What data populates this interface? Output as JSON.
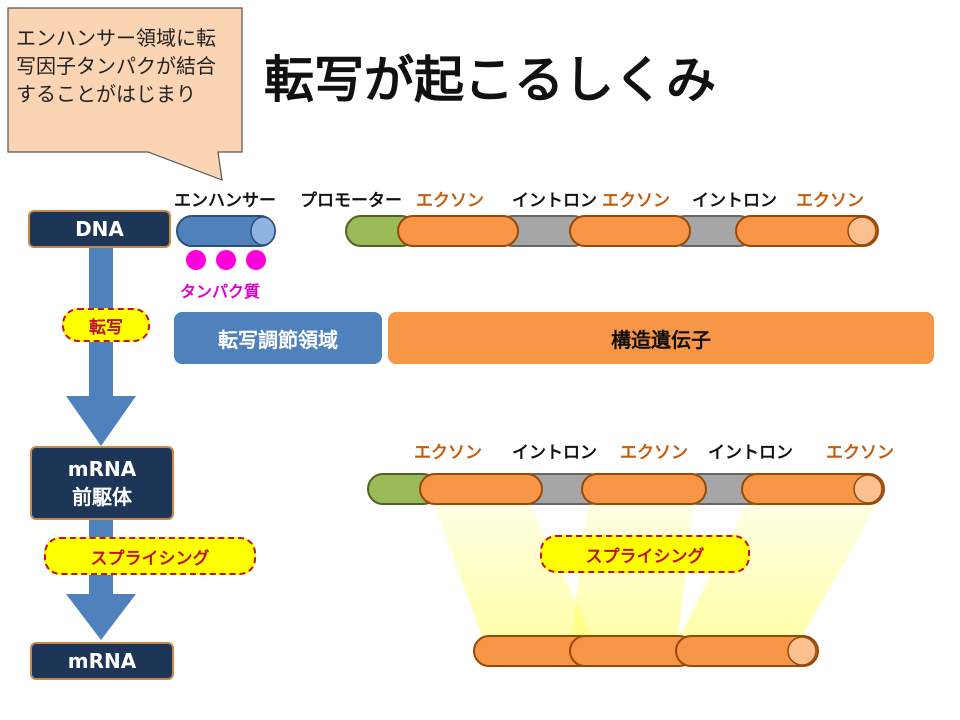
{
  "title": "転写が起こるしくみ",
  "callout": "エンハンサー領域に転写因子タンパクが結合することがはじまり",
  "left_column": {
    "dna": "DNA",
    "transcription": "転写",
    "premrna_line1": "mRNA",
    "premrna_line2": "前駆体",
    "splicing": "スプライシング",
    "mrna": "mRNA"
  },
  "dna_row": {
    "enhancer": "エンハンサー",
    "promoter": "プロモーター",
    "exon1": "エクソン",
    "intron1": "イントロン",
    "exon2": "エクソン",
    "intron2": "イントロン",
    "exon3": "エクソン",
    "protein": "タンパク質"
  },
  "regions": {
    "regulatory": "転写調節領域",
    "structural": "構造遺伝子"
  },
  "premrna_row": {
    "exon1": "エクソン",
    "intron1": "イントロン",
    "exon2": "エクソン",
    "intron2": "イントロン",
    "exon3": "エクソン"
  },
  "splicing_pill": "スプライシング",
  "colors": {
    "navy": "#1d3557",
    "arrow_blue": "#4f81bd",
    "exon_orange": "#f79646",
    "intron_gray": "#a6a6a6",
    "promoter_green": "#9bbb59",
    "enhancer_blue": "#4f81bd",
    "protein_magenta": "#ff00dd",
    "pill_yellow": "#ffff00",
    "callout_peach": "#fbd4b4"
  }
}
